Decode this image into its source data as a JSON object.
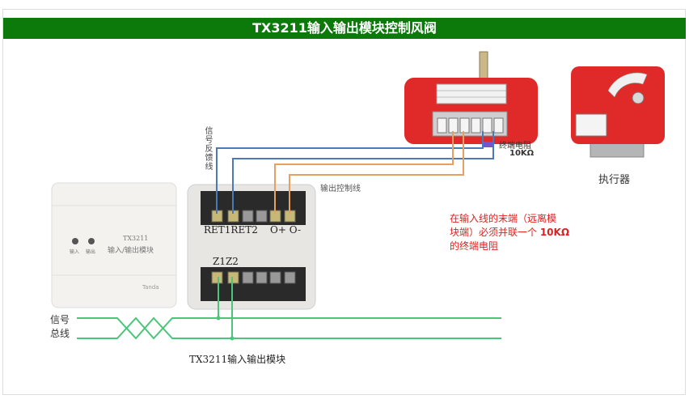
{
  "title": "TX3211输入输出模块控制风阀",
  "labels": {
    "feedback_line": "信号反馈线",
    "output_control_line": "输出控制线",
    "terminal_resistor": "终端电阻",
    "terminal_resistor_value": "10KΩ",
    "actuator": "执行器",
    "terminals_top": "RET1RET2",
    "terminals_out": "O+ O-",
    "terminals_bus": "Z1Z2",
    "signal_bus_line1": "信号",
    "signal_bus_line2": "总线",
    "module_caption": "TX3211输入输出模块"
  },
  "note": {
    "line1": "在输入线的末端（远离模",
    "line2_pre": "块端）必须并联一个 ",
    "line2_value": "10KΩ",
    "line3": "的终端电阻"
  },
  "module_panel": {
    "model": "TX3211",
    "name": "输入/输出模块",
    "led_input": "输入",
    "led_output": "输出",
    "brand": "Tanda"
  },
  "colors": {
    "title_bg": "#0b7a0b",
    "feedback_wire": "#4a78b8",
    "control_wire": "#e8a060",
    "bus_wire": "#4cc47a",
    "damper_red": "#e02a2a",
    "note_red": "#e02020"
  }
}
